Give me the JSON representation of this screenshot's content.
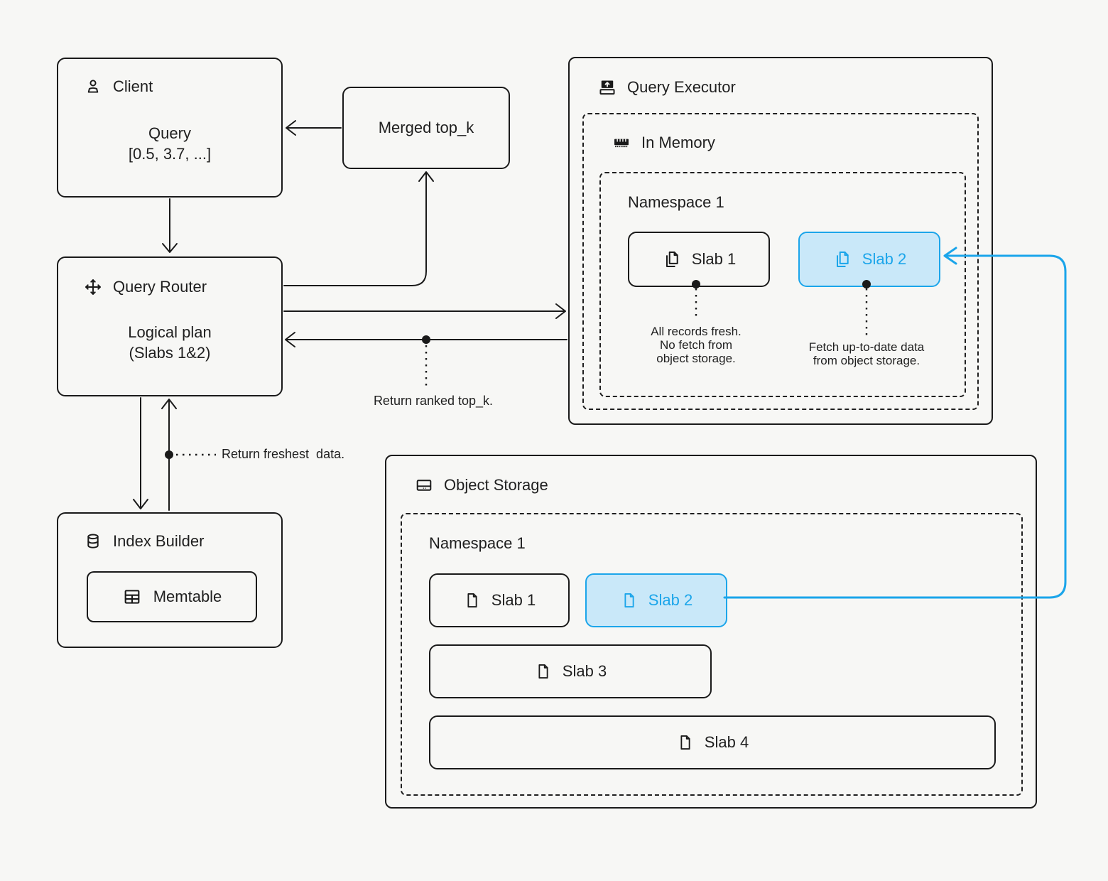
{
  "client": {
    "title": "Client",
    "line1": "Query",
    "line2": "[0.5, 3.7, ...]"
  },
  "merged": {
    "label": "Merged top_k"
  },
  "router": {
    "title": "Query Router",
    "line1": "Logical plan",
    "line2": "(Slabs 1&2)"
  },
  "executor": {
    "title": "Query Executor",
    "in_memory_title": "In Memory",
    "namespace_title": "Namespace 1",
    "slab1": {
      "label": "Slab 1",
      "note": "All records fresh.\nNo fetch from\nobject storage."
    },
    "slab2": {
      "label": "Slab 2",
      "note": "Fetch up-to-date data\nfrom object storage."
    }
  },
  "index_builder": {
    "title": "Index Builder",
    "memtable_label": "Memtable"
  },
  "storage": {
    "title": "Object Storage",
    "namespace_title": "Namespace 1",
    "slab1": "Slab 1",
    "slab2": "Slab 2",
    "slab3": "Slab 3",
    "slab4": "Slab 4"
  },
  "annotations": {
    "return_ranked": "Return ranked top_k.",
    "return_freshest": "Return freshest  data."
  },
  "icons": {
    "client": "person-icon",
    "router": "move-arrows-icon",
    "executor": "upload-tray-icon",
    "in_memory": "ram-memory-icon",
    "executor_slab": "copy-files-icon",
    "index_builder": "database-icon",
    "memtable": "table-icon",
    "object_storage": "hard-drive-icon",
    "storage_slab": "file-icon"
  },
  "colors": {
    "accent": "#1ba5ea",
    "accent_fill": "#c9e8f9",
    "ink": "#1a1a1a",
    "background": "#f7f7f5"
  }
}
